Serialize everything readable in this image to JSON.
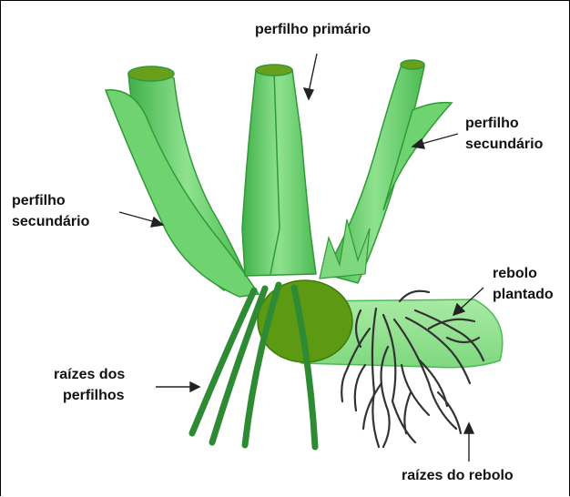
{
  "labels": {
    "primary_tiller": "perfilho primário",
    "secondary_tiller_right_line1": "perfilho",
    "secondary_tiller_right_line2": "secundário",
    "secondary_tiller_left_line1": "perfilho",
    "secondary_tiller_left_line2": "secundário",
    "planted_sett_line1": "rebolo",
    "planted_sett_line2": "plantado",
    "tiller_roots_line1": "raízes dos",
    "tiller_roots_line2": "perfilhos",
    "sett_roots": "raízes do rebolo"
  },
  "colors": {
    "light_green": "#8fe28f",
    "mid_green": "#5cc65c",
    "dark_green": "#2f9a36",
    "olive": "#5b9a12",
    "olive_top": "#6a9f1c",
    "root_dark": "#333333"
  }
}
